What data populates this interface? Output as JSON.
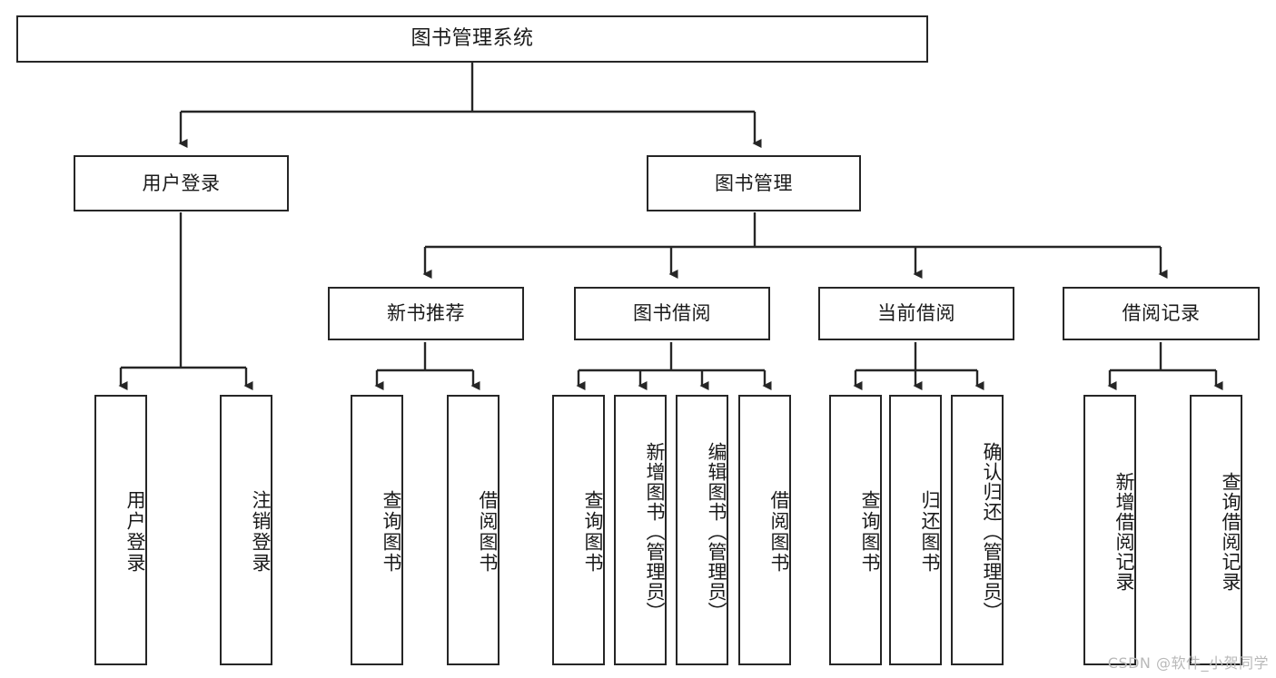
{
  "diagram": {
    "title": "图书管理系统",
    "type": "hierarchy-tree",
    "levels": 4,
    "nodes": {
      "root": {
        "label": "图书管理系统"
      },
      "level2": [
        {
          "id": "user-login",
          "label": "用户登录"
        },
        {
          "id": "book-management",
          "label": "图书管理"
        }
      ],
      "level3": [
        {
          "id": "new-book-recommend",
          "label": "新书推荐"
        },
        {
          "id": "book-borrow",
          "label": "图书借阅"
        },
        {
          "id": "current-borrow",
          "label": "当前借阅"
        },
        {
          "id": "borrow-record",
          "label": "借阅记录"
        }
      ],
      "leaves": {
        "user_login": [
          {
            "id": "leaf-user-login",
            "label": "用户登录"
          },
          {
            "id": "leaf-logout-login",
            "label": "注销登录"
          }
        ],
        "new_book_recommend": [
          {
            "id": "leaf-query-book-1",
            "label": "查询图书"
          },
          {
            "id": "leaf-borrow-book-1",
            "label": "借阅图书"
          }
        ],
        "book_borrow": [
          {
            "id": "leaf-query-book-2",
            "label": "查询图书"
          },
          {
            "id": "leaf-add-book",
            "label": "新增图书（管理员）"
          },
          {
            "id": "leaf-edit-book",
            "label": "编辑图书（管理员）"
          },
          {
            "id": "leaf-borrow-book-2",
            "label": "借阅图书"
          }
        ],
        "current_borrow": [
          {
            "id": "leaf-query-book-3",
            "label": "查询图书"
          },
          {
            "id": "leaf-return-book",
            "label": "归还图书"
          },
          {
            "id": "leaf-confirm-return",
            "label": "确认归还（管理员）"
          }
        ],
        "borrow_record": [
          {
            "id": "leaf-add-record",
            "label": "新增借阅记录"
          },
          {
            "id": "leaf-query-record",
            "label": "查询借阅记录"
          }
        ]
      }
    },
    "colors": {
      "stroke": "#262626",
      "fill": "#ffffff",
      "text": "#1a1a1a",
      "watermark": "#b9b9b9"
    }
  },
  "watermark": {
    "text": "CSDN @软件_小贺同学"
  }
}
